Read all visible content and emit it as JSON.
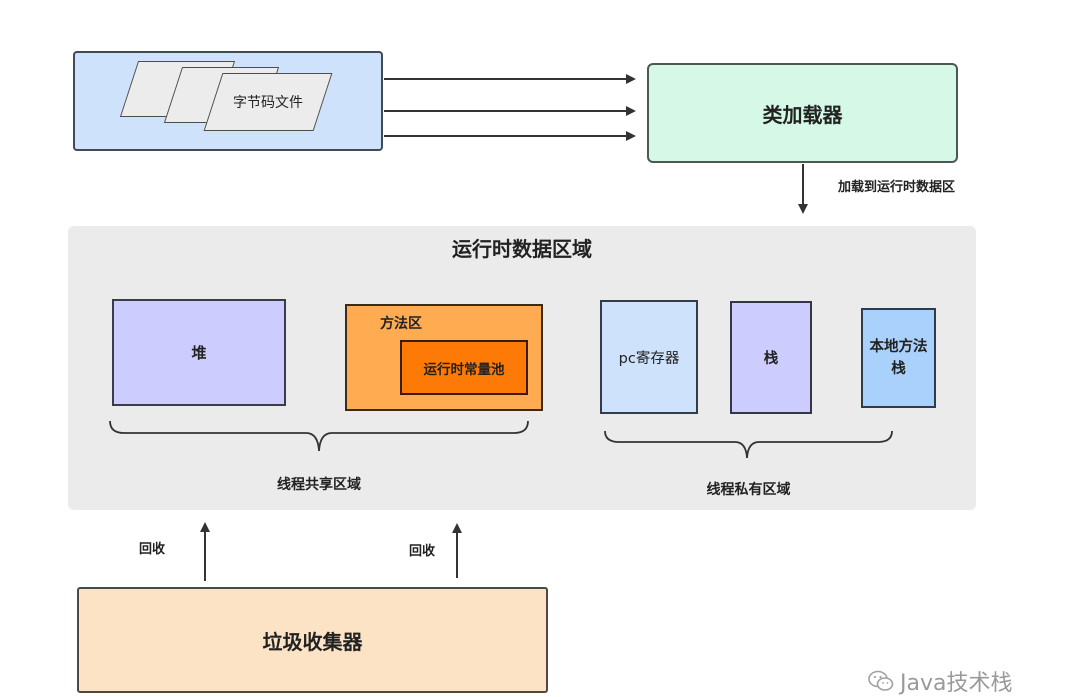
{
  "diagram": {
    "bytecode": {
      "label": "字节码文件"
    },
    "classloader": {
      "label": "类加载器"
    },
    "load_edge_label": "加载到运行时数据区",
    "runtime": {
      "title": "运行时数据区域",
      "heap": "堆",
      "method_area": {
        "label": "方法区",
        "constant_pool": "运行时常量池"
      },
      "pc_register": "pc寄存器",
      "stack": "栈",
      "native_stack": "本地方法栈",
      "shared_label": "线程共享区域",
      "private_label": "线程私有区域"
    },
    "gc": {
      "label": "垃圾收集器",
      "recycle_label_1": "回收",
      "recycle_label_2": "回收"
    }
  },
  "watermark": {
    "text": "Java技术栈",
    "icon": "wechat-icon"
  },
  "colors": {
    "bytecode_bg": "#cfe2fb",
    "classloader_bg": "#d5f9e6",
    "runtime_bg": "#ebebeb",
    "heap_bg": "#ccccff",
    "method_area_bg": "#ffab52",
    "constant_pool_bg": "#fd7a06",
    "pc_bg": "#cfe2fb",
    "stack_bg": "#ccccff",
    "native_stack_bg": "#a9d1fb",
    "gc_bg": "#fde3c5"
  }
}
